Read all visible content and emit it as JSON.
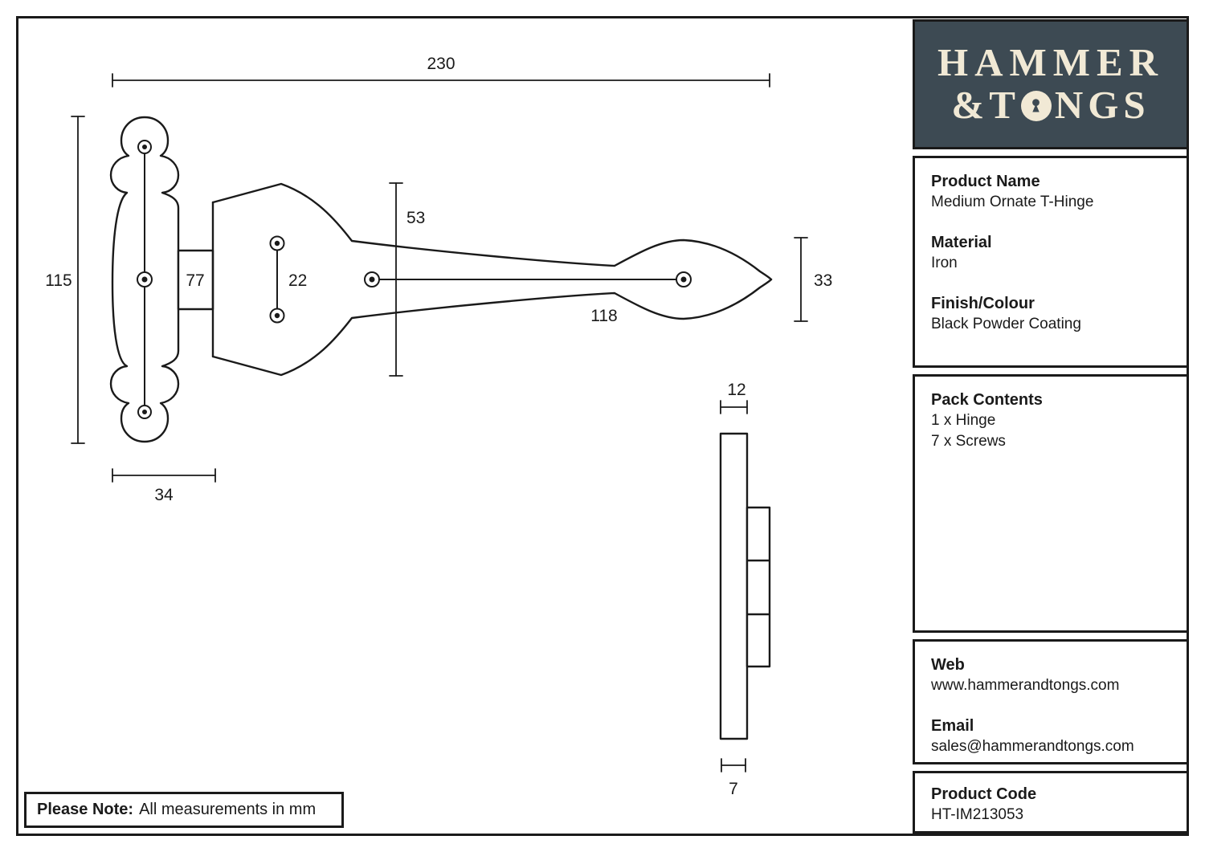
{
  "colors": {
    "line": "#1a1a1a",
    "logo_background": "#3d4a53",
    "logo_foreground": "#f1e9d5"
  },
  "logo": {
    "line1": "HAMMER",
    "amp": "&",
    "t": "T",
    "ngs": "NGS"
  },
  "panels": {
    "product_name": {
      "label": "Product Name",
      "value": "Medium Ornate T-Hinge"
    },
    "material": {
      "label": "Material",
      "value": "Iron"
    },
    "finish": {
      "label": "Finish/Colour",
      "value": "Black Powder Coating"
    },
    "pack": {
      "label": "Pack Contents",
      "items": [
        "1 x Hinge",
        "7 x Screws"
      ]
    },
    "web": {
      "label": "Web",
      "value": "www.hammerandtongs.com"
    },
    "email": {
      "label": "Email",
      "value": "sales@hammerandtongs.com"
    },
    "code": {
      "label": "Product Code",
      "value": "HT-IM213053"
    }
  },
  "note": {
    "label": "Please Note:",
    "text": "All measurements in mm"
  },
  "dims": {
    "overall_length": "230",
    "plate_height": "115",
    "strap_root_width": "77",
    "hole_pitch": "22",
    "crown_height": "53",
    "plate_width": "34",
    "strap_hole_span": "118",
    "leaf_height": "33",
    "side_overall_thickness": "12",
    "side_leaf_thickness": "7"
  }
}
